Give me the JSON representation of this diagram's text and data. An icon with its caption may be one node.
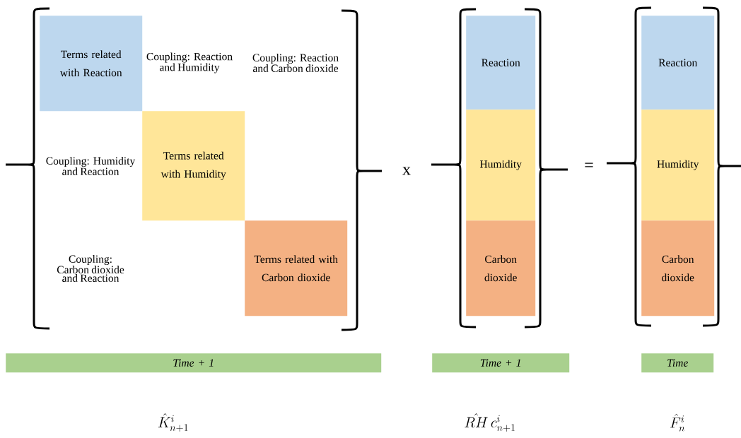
{
  "diagram": {
    "nodes": [
      {
        "text": [
          "Terms related with Reaction"
        ]
      },
      {
        "text": [
          "Terms related with Humidity"
        ]
      },
      {
        "text": [
          "Terms related with Carbon dioxide"
        ]
      },
      {
        "text": [
          "Reaction"
        ]
      },
      {
        "text": [
          "Humidity"
        ]
      },
      {
        "text": [
          "Carbon dioxide"
        ]
      },
      {
        "text": [
          "Reaction"
        ]
      },
      {
        "text": [
          "Humidity"
        ]
      },
      {
        "text": [
          "Carbon dioxide"
        ]
      },
      {
        "text": [
          "Time + 1"
        ]
      },
      {
        "text": [
          "Time + 1"
        ]
      },
      {
        "text": [
          "Time"
        ]
      }
    ],
    "labels": [
      "Coupling: Reaction and Humidity",
      "Coupling: Reaction and Carbon dioxide",
      "Coupling: Humidity and Reaction",
      "Coupling: Carbon dioxide and Reaction",
      "x",
      "=",
      "\\hat{K}^{i}_{n+1}",
      "\\hat{RH}\\, c^{i}_{n+1}",
      "\\hat{F}^{i}_{n}"
    ]
  }
}
